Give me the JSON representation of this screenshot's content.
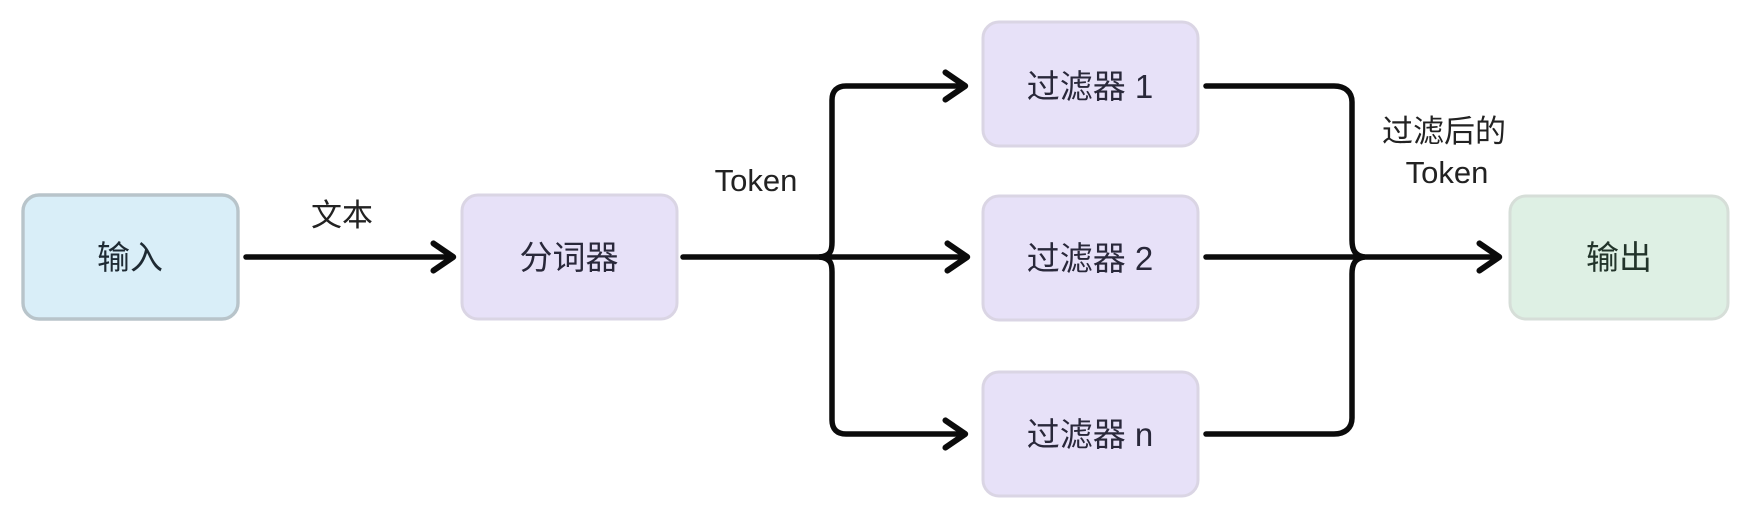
{
  "diagram": {
    "type": "flowchart",
    "background": "#ffffff",
    "edge_color": "#0b0b0b",
    "edge_label_color": "#222222",
    "nodes": [
      {
        "id": "input",
        "label": "输入",
        "fill": "#d9eef8",
        "border": "#b8c4ca",
        "text_color": "#1e2a33"
      },
      {
        "id": "tokenizer",
        "label": "分词器",
        "fill": "#e7e1f8",
        "border": "#dad5e4",
        "text_color": "#29283a"
      },
      {
        "id": "filter-1",
        "label": "过滤器 1",
        "fill": "#e7e1f8",
        "border": "#dad5e4",
        "text_color": "#29283a"
      },
      {
        "id": "filter-2",
        "label": "过滤器 2",
        "fill": "#e7e1f8",
        "border": "#dad5e4",
        "text_color": "#29283a"
      },
      {
        "id": "filter-n",
        "label": "过滤器 n",
        "fill": "#e7e1f8",
        "border": "#dad5e4",
        "text_color": "#29283a"
      },
      {
        "id": "output",
        "label": "输出",
        "fill": "#def0e4",
        "border": "#d6ded8",
        "text_color": "#22342a"
      }
    ],
    "edge_labels": [
      {
        "id": "text-label",
        "label": "文本"
      },
      {
        "id": "token-label",
        "label": "Token"
      },
      {
        "id": "filtered-token-label",
        "line1": "过滤后的",
        "line2": "Token"
      }
    ]
  }
}
